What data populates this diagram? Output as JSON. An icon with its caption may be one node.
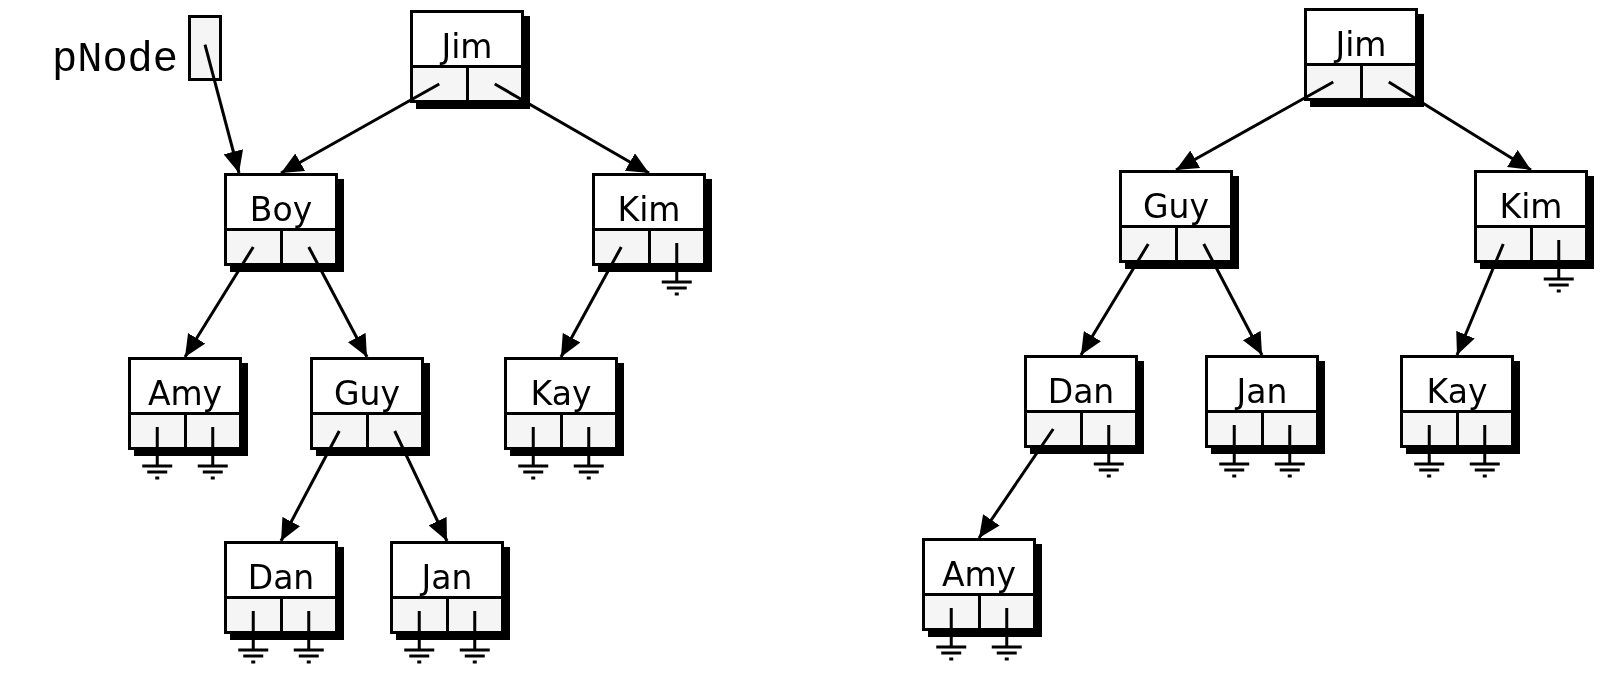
{
  "diagram": {
    "nodes": [
      {
        "text": [],
        "shape": "box",
        "beside": [
          "pNode"
        ]
      },
      {
        "text": [
          "Jim"
        ]
      },
      {
        "text": [
          "Boy"
        ]
      },
      {
        "text": [
          "Kim"
        ]
      },
      {
        "text": [
          "Amy"
        ]
      },
      {
        "text": [
          "Guy"
        ]
      },
      {
        "text": [
          "Kay"
        ]
      },
      {
        "text": [
          "Dan"
        ]
      },
      {
        "text": [
          "Jan"
        ]
      },
      {
        "text": [
          "Jim"
        ]
      },
      {
        "text": [
          "Guy"
        ]
      },
      {
        "text": [
          "Kim"
        ]
      },
      {
        "text": [
          "Dan"
        ]
      },
      {
        "text": [
          "Jan"
        ]
      },
      {
        "text": [
          "Kay"
        ]
      },
      {
        "text": [
          "Amy"
        ]
      }
    ],
    "edges": [
      {
        "from": 0,
        "to": 2,
        "arrow": "to"
      },
      {
        "from": 1,
        "to": 2,
        "arrow": "to"
      },
      {
        "from": 1,
        "to": 3,
        "arrow": "to"
      },
      {
        "from": 2,
        "to": 4,
        "arrow": "to"
      },
      {
        "from": 2,
        "to": 5,
        "arrow": "to"
      },
      {
        "from": 3,
        "to": 6,
        "arrow": "to"
      },
      {
        "from": 5,
        "to": 7,
        "arrow": "to"
      },
      {
        "from": 5,
        "to": 8,
        "arrow": "to"
      },
      {
        "from": 9,
        "to": 10,
        "arrow": "to"
      },
      {
        "from": 9,
        "to": 11,
        "arrow": "to"
      },
      {
        "from": 10,
        "to": 12,
        "arrow": "to"
      },
      {
        "from": 10,
        "to": 13,
        "arrow": "to"
      },
      {
        "from": 11,
        "to": 14,
        "arrow": "to"
      },
      {
        "from": 12,
        "to": 15,
        "arrow": "to"
      }
    ]
  }
}
